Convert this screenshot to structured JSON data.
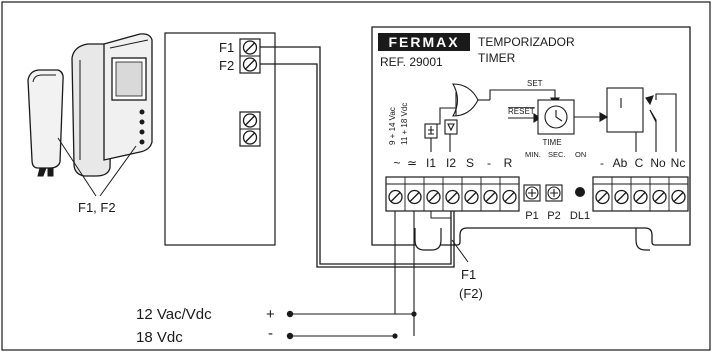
{
  "brand": "FERMAX",
  "module": {
    "title_es": "TEMPORIZADOR",
    "title_en": "TIMER",
    "reference": "REF. 29001"
  },
  "panel_labels": {
    "set": "SET",
    "reset": "RESET",
    "time": "TIME",
    "min": "MIN.",
    "sec": "SEC.",
    "on": "ON",
    "supply_ac": "9 + 14 Vac",
    "supply_dc": "11 + 18 Vdc"
  },
  "terminals": [
    "~",
    "≃",
    "I1",
    "I2",
    "S",
    "-",
    "R",
    "-",
    "Ab",
    "C",
    "No",
    "Nc"
  ],
  "adjusters": [
    "P1",
    "P2"
  ],
  "led": "DL1",
  "distributor": {
    "f1": "F1",
    "f2": "F2"
  },
  "callouts": {
    "monitor_phone": "F1, F2",
    "wire_f1": "F1",
    "wire_f2": "(F2)"
  },
  "power": {
    "line1": "12 Vac/Vdc",
    "line2": "18 Vdc",
    "plus": "+",
    "minus": "-"
  }
}
